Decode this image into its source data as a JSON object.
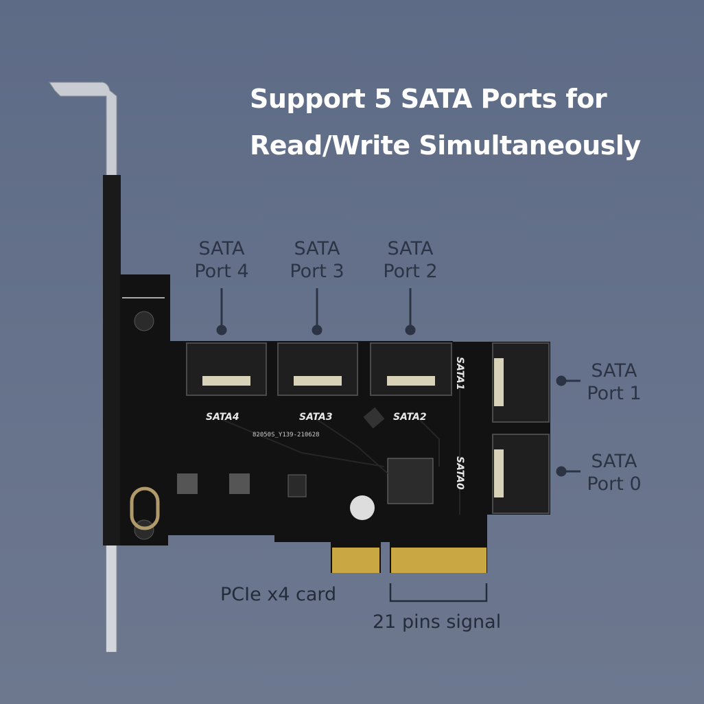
{
  "headline": {
    "line1": "Support 5 SATA Ports for",
    "line2": "Read/Write Simultaneously"
  },
  "port_labels": [
    {
      "line1": "SATA",
      "line2": "Port 4"
    },
    {
      "line1": "SATA",
      "line2": "Port 3"
    },
    {
      "line1": "SATA",
      "line2": "Port 2"
    },
    {
      "line1": "SATA",
      "line2": "Port 1"
    },
    {
      "line1": "SATA",
      "line2": "Port 0"
    }
  ],
  "card_label": "PCIe x4 card",
  "pins_label": "21 pins signal",
  "pcb_silkscreen": {
    "connectors": [
      "SATA4",
      "SATA3",
      "SATA2",
      "SATA1",
      "SATA0"
    ],
    "board_id": "82050S_Y139-210628"
  },
  "colors": {
    "background": "#636f89",
    "headline": "#ffffff",
    "label_text": "#2b3344",
    "pcb": "#141414",
    "gold_fingers": "#c9a844",
    "bracket": "#c8ccd2"
  }
}
